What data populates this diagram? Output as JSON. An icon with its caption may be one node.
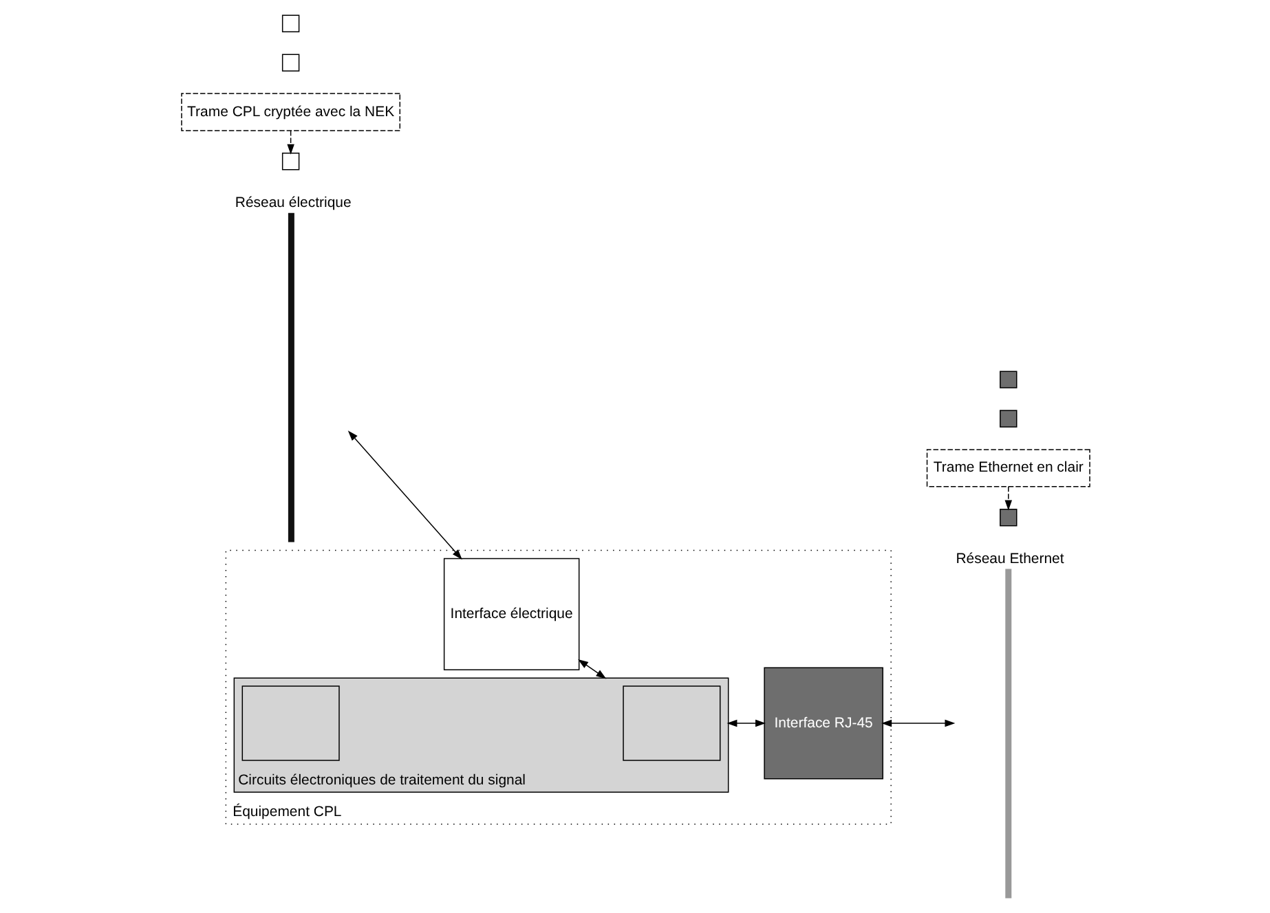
{
  "diagram": {
    "nodes": [
      {
        "text": [
          "Réseau électrique"
        ]
      },
      {
        "text": [
          "Réseau Ethernet"
        ]
      },
      {
        "text": [
          "Trame CPL cryptée avec la NEK"
        ]
      },
      {
        "text": [
          "Trame Ethernet en clair"
        ]
      },
      {
        "text": [
          "Équipement CPL"
        ]
      },
      {
        "text": [
          "Interface électrique"
        ],
        "in": 4
      },
      {
        "text": [
          "Interface RJ-45"
        ],
        "in": 4
      },
      {
        "text": [
          "Circuits électroniques de traitement du signal"
        ],
        "in": 4
      },
      {
        "text": [],
        "shape": "box",
        "in": 7
      },
      {
        "text": [],
        "shape": "box",
        "in": 7
      },
      {
        "text": [],
        "shape": "box"
      },
      {
        "text": [],
        "shape": "box"
      },
      {
        "text": [],
        "shape": "box"
      },
      {
        "text": [],
        "shape": "box"
      },
      {
        "text": [],
        "shape": "box"
      },
      {
        "text": [],
        "shape": "box"
      }
    ],
    "edges": [
      {
        "from": 0,
        "to": 5,
        "arrow": "both"
      },
      {
        "from": 5,
        "to": 7,
        "arrow": "both"
      },
      {
        "from": 7,
        "to": 6,
        "arrow": "both"
      },
      {
        "from": 6,
        "to": 1,
        "arrow": "both"
      },
      {
        "from": 2,
        "to": 11,
        "arrow": "to",
        "style": "dashed"
      },
      {
        "from": 3,
        "to": 14,
        "arrow": "to",
        "style": "dashed"
      }
    ]
  }
}
